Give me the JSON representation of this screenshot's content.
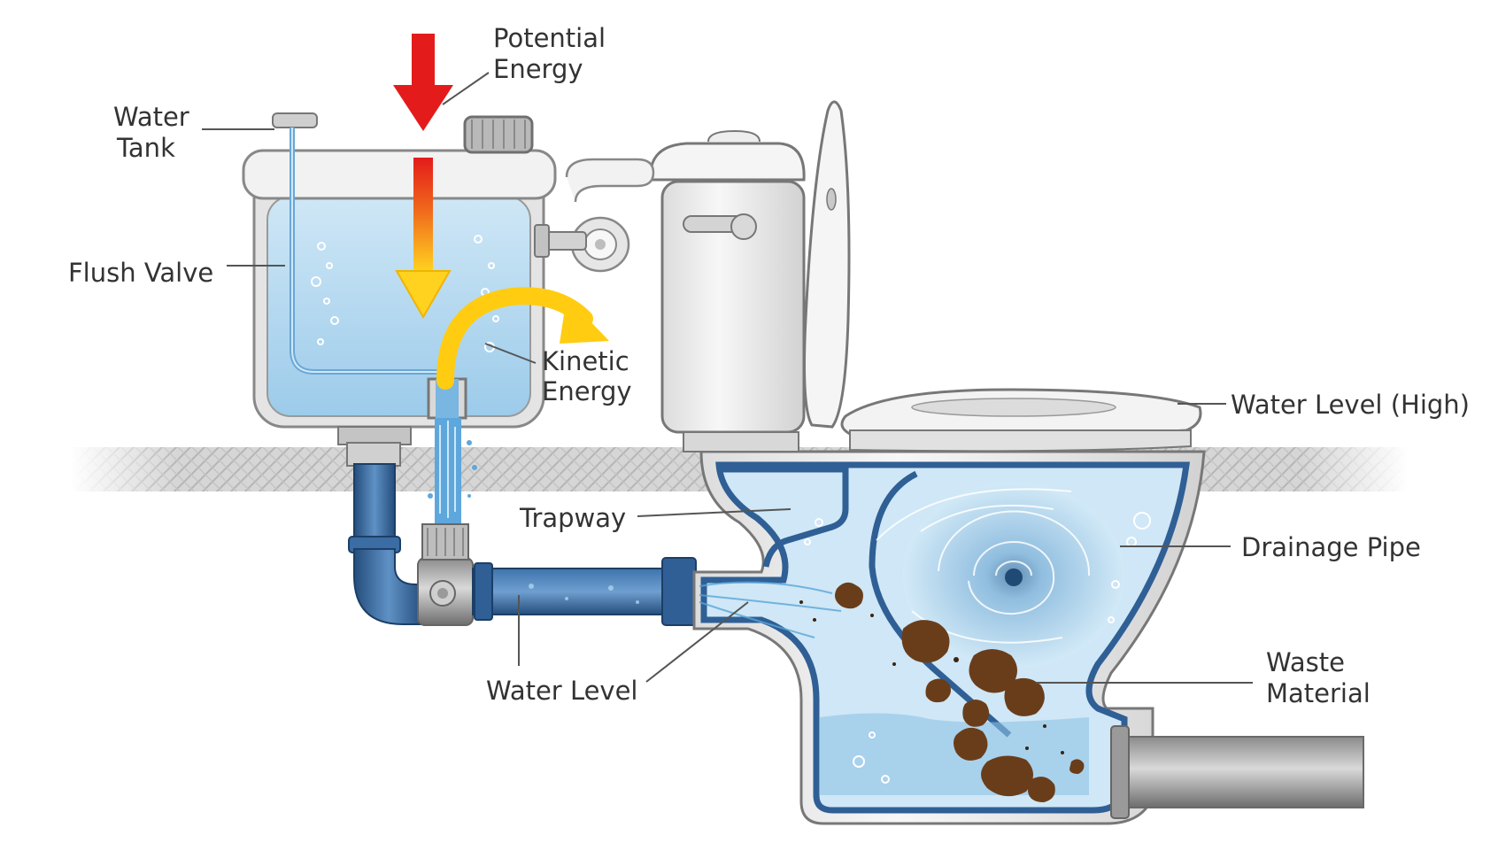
{
  "labels": {
    "potential_energy": [
      "Potential",
      "Energy"
    ],
    "water_tank": [
      "Water",
      "Tank"
    ],
    "flush_valve": "Flush Valve",
    "kinetic_energy": [
      "Kinetic",
      "Energy"
    ],
    "water_level_high": "Water Level (High)",
    "trapway": "Trapway",
    "drainage_pipe": "Drainage Pipe",
    "water_level": "Water Level",
    "waste_material": [
      "Waste",
      "Material"
    ]
  },
  "colors": {
    "water": "#a9d4ee",
    "water_dark": "#5aa6d8",
    "pipe_blue": "#2f5f95",
    "ceramic": "#eeeeee",
    "outline": "#777777",
    "arrow_red": "#e31b1b",
    "arrow_yellow": "#ffd21f",
    "waste": "#6a3d1a",
    "floor": "#c9c9c9"
  }
}
